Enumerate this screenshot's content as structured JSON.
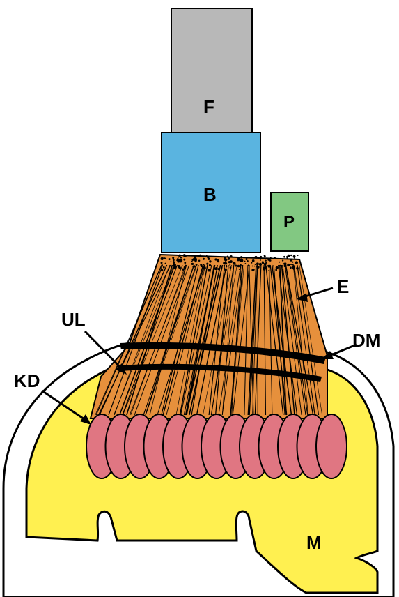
{
  "labels": {
    "F": "F",
    "B": "B",
    "P": "P",
    "E": "E",
    "UL": "UL",
    "DM": "DM",
    "KD": "KD",
    "M": "M"
  },
  "colors": {
    "F": "#b8b8b8",
    "B": "#5ab4e0",
    "P": "#82c882",
    "E": "#e6903c",
    "KD": "#e07682",
    "M": "#fff050",
    "DM": "#000000"
  }
}
